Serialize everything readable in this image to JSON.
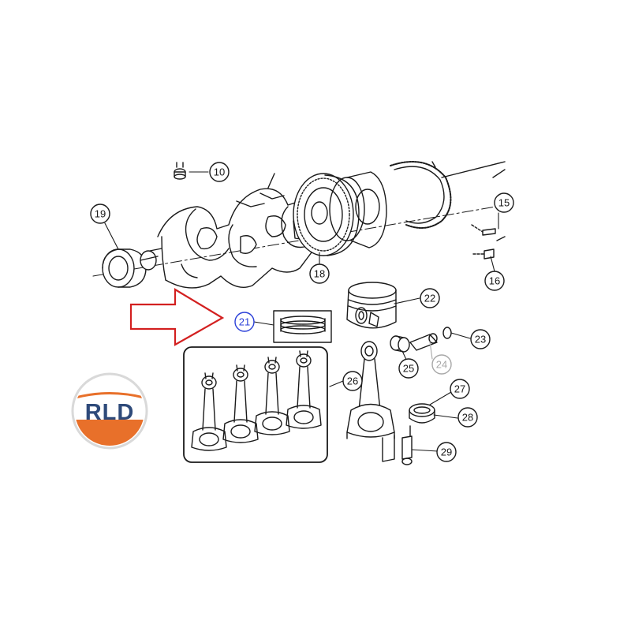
{
  "diagram": {
    "callouts": [
      {
        "label": "10"
      },
      {
        "label": "19"
      },
      {
        "label": "18"
      },
      {
        "label": "15"
      },
      {
        "label": "16"
      },
      {
        "label": "21",
        "highlighted": true
      },
      {
        "label": "22"
      },
      {
        "label": "23"
      },
      {
        "label": "24",
        "muted": true
      },
      {
        "label": "25"
      },
      {
        "label": "26"
      },
      {
        "label": "27"
      },
      {
        "label": "28"
      },
      {
        "label": "29"
      }
    ]
  },
  "logo": {
    "text": "RLD",
    "colors": {
      "top": "#ffffff",
      "band": "#e8702a",
      "text": "#2e4a7a",
      "ring": "#d9d9d9"
    }
  },
  "colors": {
    "line": "#1a1a1a",
    "arrow": "#d32020",
    "highlight": "#2a3fd8",
    "muted": "#a8a8a8"
  }
}
